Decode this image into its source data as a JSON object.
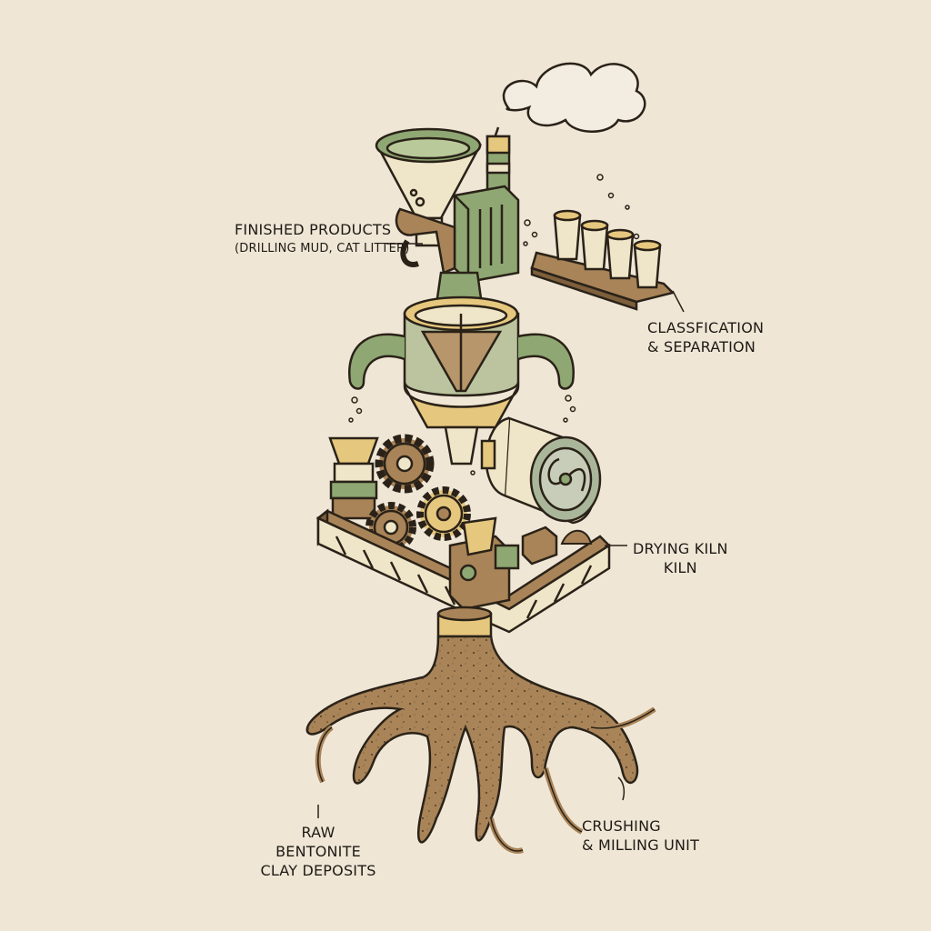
{
  "labels": {
    "finished_products": {
      "title": "FINISHED PRODUCTS",
      "detail": "(DRILLING MUD, CAT LITTER)"
    },
    "classification": {
      "line1": "CLASSFICATION",
      "line2": "& SEPARATION"
    },
    "drying_kiln": {
      "line1": "DRYING KILN",
      "line2": "KILN"
    },
    "raw_deposits": {
      "line1": "RAW",
      "line2": "BENTONITE",
      "line3": "CLAY DEPOSITS"
    },
    "crushing": {
      "line1": "CRUSHING",
      "line2": "& MILLING UNIT"
    }
  },
  "colors": {
    "background": "#efe6d6",
    "ink": "#2a2218",
    "sage": "#8fa773",
    "clay": "#a98458",
    "cream": "#efe5c8",
    "ochre": "#e6c77e"
  }
}
